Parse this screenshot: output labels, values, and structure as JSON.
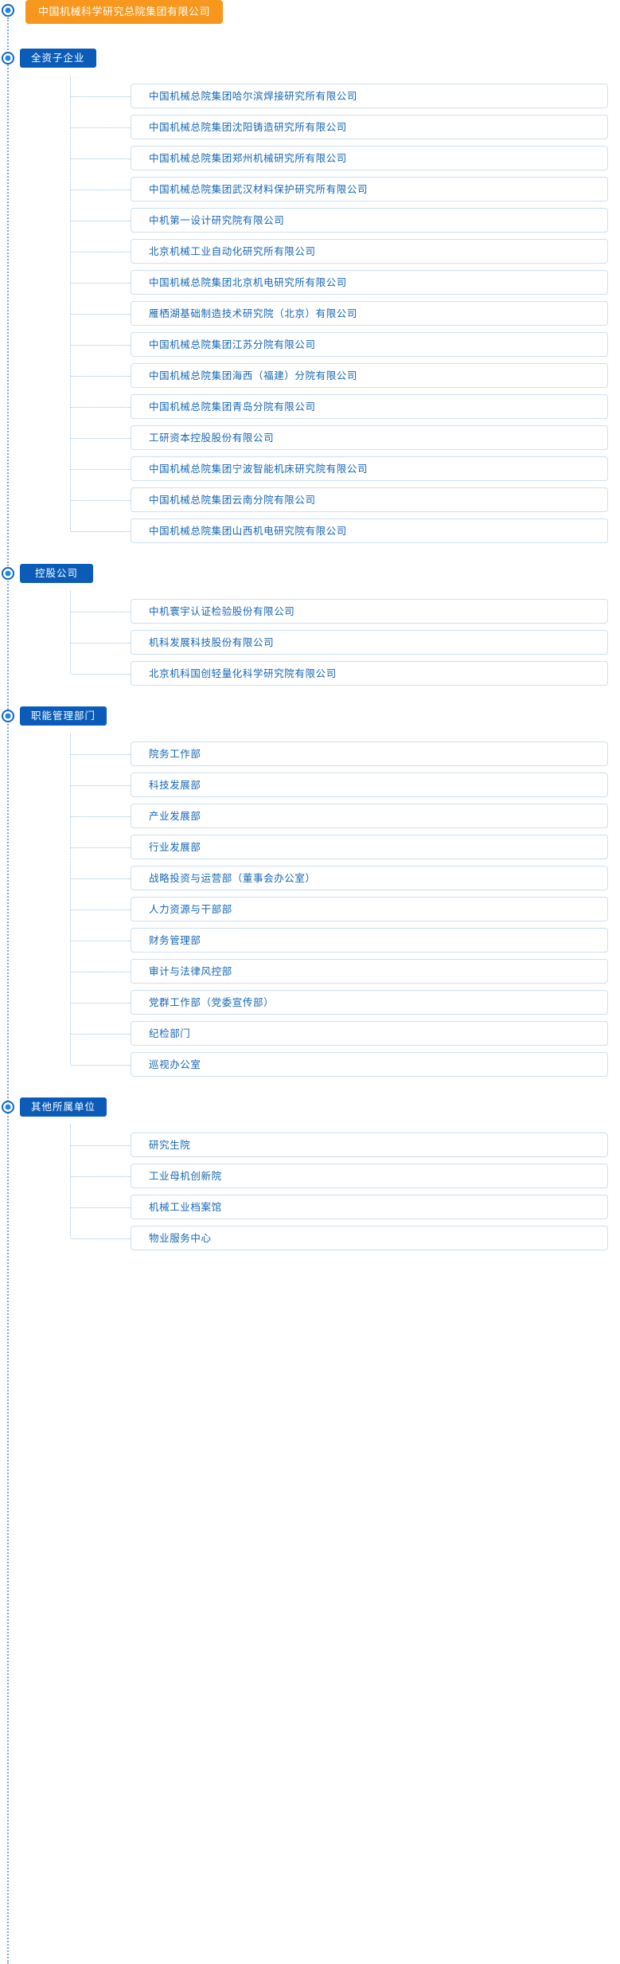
{
  "root": {
    "label": "中国机械科学研究总院集团有限公司",
    "color": "#f7971d"
  },
  "theme": {
    "group_color": "#0a5cb8",
    "item_text_color": "#1566b5",
    "item_border_color": "#cfe0f0",
    "connector_color": "#9fc2e3",
    "marker_color": "#1e88e5"
  },
  "groups": [
    {
      "label": "全资子企业",
      "items": [
        "中国机械总院集团哈尔滨焊接研究所有限公司",
        "中国机械总院集团沈阳铸造研究所有限公司",
        "中国机械总院集团郑州机械研究所有限公司",
        "中国机械总院集团武汉材料保护研究所有限公司",
        "中机第一设计研究院有限公司",
        "北京机械工业自动化研究所有限公司",
        "中国机械总院集团北京机电研究所有限公司",
        "雁栖湖基础制造技术研究院（北京）有限公司",
        "中国机械总院集团江苏分院有限公司",
        "中国机械总院集团海西（福建）分院有限公司",
        "中国机械总院集团青岛分院有限公司",
        "工研资本控股股份有限公司",
        "中国机械总院集团宁波智能机床研究院有限公司",
        "中国机械总院集团云南分院有限公司",
        "中国机械总院集团山西机电研究院有限公司"
      ]
    },
    {
      "label": "控股公司",
      "items": [
        "中机寰宇认证检验股份有限公司",
        "机科发展科技股份有限公司",
        "北京机科国创轻量化科学研究院有限公司"
      ]
    },
    {
      "label": "职能管理部门",
      "items": [
        "院务工作部",
        "科技发展部",
        "产业发展部",
        "行业发展部",
        "战略投资与运营部（董事会办公室）",
        "人力资源与干部部",
        "财务管理部",
        "审计与法律风控部",
        "党群工作部（党委宣传部）",
        "纪检部门",
        "巡视办公室"
      ]
    },
    {
      "label": "其他所属单位",
      "items": [
        "研究生院",
        "工业母机创新院",
        "机械工业档案馆",
        "物业服务中心"
      ]
    }
  ]
}
